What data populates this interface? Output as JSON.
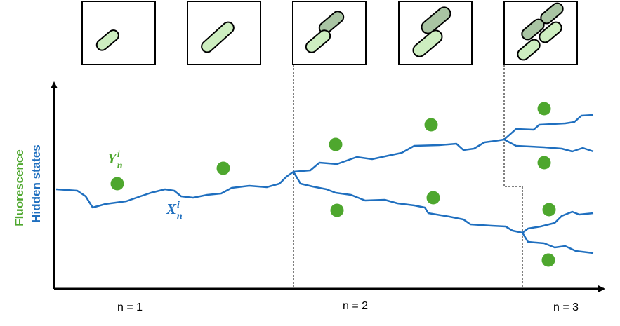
{
  "labels": {
    "fluorescence": "Fluorescence",
    "hidden_states": "Hidden states",
    "y_base": "Y",
    "y_sup": "i",
    "y_sub": "n",
    "x_base": "X",
    "x_sup": "i",
    "x_sub": "n"
  },
  "generations": [
    "n = 1",
    "n = 2",
    "n = 3"
  ],
  "colors": {
    "fluorescence": "#4ea72e",
    "hidden_state": "#1f6fbf",
    "cell_fill": "#cdeec0",
    "cell_fill_dark": "#a9c4a3"
  },
  "icons": [
    "cell-frame-1",
    "cell-frame-2",
    "cell-frame-3",
    "cell-frame-4",
    "cell-frame-5"
  ]
}
